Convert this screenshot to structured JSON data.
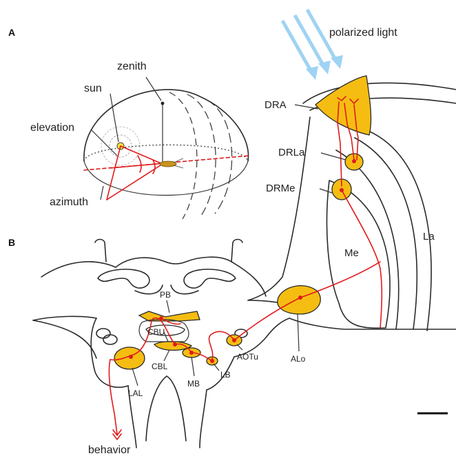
{
  "panels": {
    "a": "A",
    "b": "B"
  },
  "sky_labels": {
    "zenith": "zenith",
    "sun": "sun",
    "elevation": "elevation",
    "azimuth": "azimuth",
    "polarized_light": "polarized light"
  },
  "brain_labels": {
    "dra": "DRA",
    "drla": "DRLa",
    "drme": "DRMe",
    "me": "Me",
    "la": "La",
    "pb": "PB",
    "cbu": "CBU",
    "cbl": "CBL",
    "lal": "LAL",
    "mb": "MB",
    "lb": "LB",
    "aotu": "AOTu",
    "alo": "ALo",
    "behavior": "behavior"
  },
  "colors": {
    "neuropil_fill": "#f5bd12",
    "pathway": "#e01b1b",
    "light_arrows": "#9fd3f3",
    "outline": "#2a2a2a"
  }
}
